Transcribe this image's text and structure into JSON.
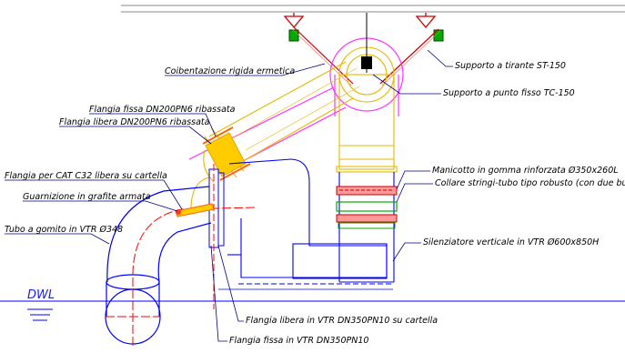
{
  "labels": {
    "support_tie_rod": "Supporto a tirante ST-150",
    "insulation": "Coibentazione rigida ermetica",
    "fixed_point_support": "Supporto a punto fisso TC-150",
    "fixed_flange_dn200": "Flangia fissa DN200PN6 ribassata",
    "loose_flange_dn200": "Flangia libera DN200PN6 ribassata",
    "flange_cat_c32": "Flangia per CAT C32 libera su cartella",
    "graphite_gasket": "Guarnizione in grafite armata",
    "elbow_pipe": "Tubo a gomito in VTR Ø348",
    "rubber_sleeve": "Manicotto in gomma rinforzata Ø350x260L",
    "pipe_clamp": "Collare stringi-tubo tipo robusto (con due bulloni)",
    "vertical_silencer": "Silenziatore verticale in VTR Ø600x850H",
    "loose_flange_dn350": "Flangia libera in VTR DN350PN10 su cartella",
    "fixed_flange_dn350": "Flangia fissa in VTR DN350PN10",
    "dwl": "DWL"
  },
  "colors": {
    "insulation": "#ff33ff",
    "pipe_yellow": "#e6b800",
    "pipe_blue": "#0000ff",
    "centerline": "#ff0000",
    "support": "#cc0000",
    "green": "#00aa00",
    "leader": "#000080",
    "waterline": "#0000ff"
  }
}
